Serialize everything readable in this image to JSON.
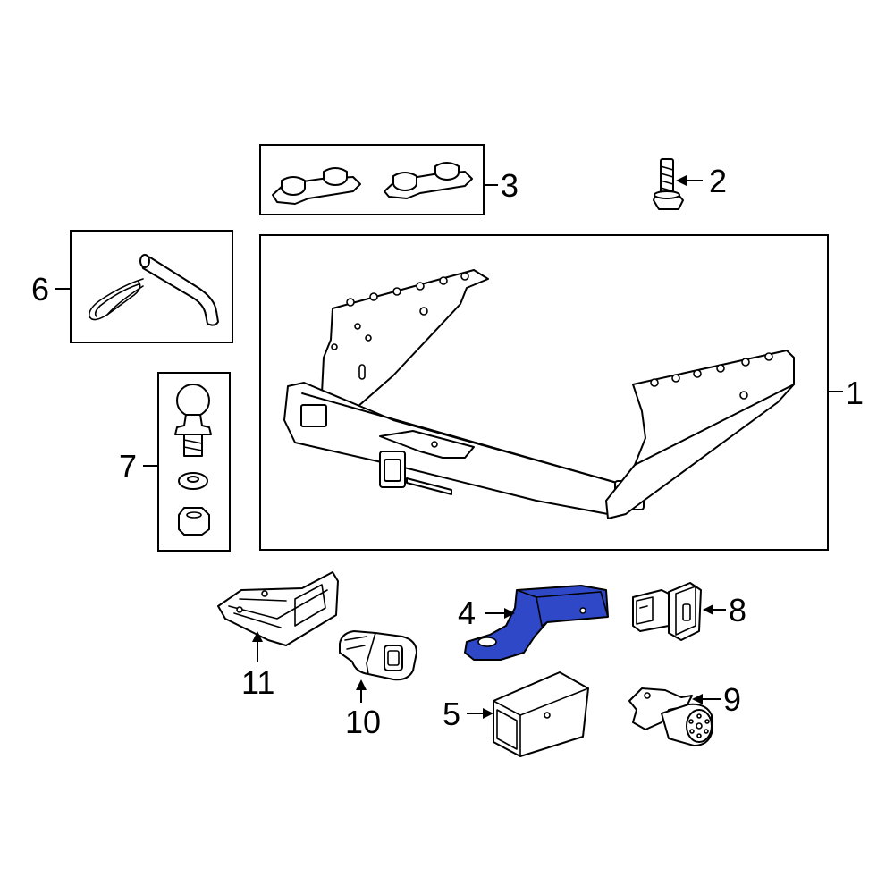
{
  "colors": {
    "highlight": "#2e48c8",
    "line": "#000000",
    "background": "#ffffff"
  },
  "callouts": [
    {
      "id": "1",
      "label": "1",
      "part": "receiver-hitch-frame"
    },
    {
      "id": "2",
      "label": "2",
      "part": "bolt"
    },
    {
      "id": "3",
      "label": "3",
      "part": "mounting-brackets"
    },
    {
      "id": "4",
      "label": "4",
      "part": "ball-mount",
      "highlighted": true
    },
    {
      "id": "5",
      "label": "5",
      "part": "receiver-insert"
    },
    {
      "id": "6",
      "label": "6",
      "part": "hitch-pin-and-clip"
    },
    {
      "id": "7",
      "label": "7",
      "part": "hitch-ball-kit"
    },
    {
      "id": "8",
      "label": "8",
      "part": "connector"
    },
    {
      "id": "9",
      "label": "9",
      "part": "connector-with-bracket"
    },
    {
      "id": "10",
      "label": "10",
      "part": "connector-plug"
    },
    {
      "id": "11",
      "label": "11",
      "part": "bracket"
    }
  ]
}
